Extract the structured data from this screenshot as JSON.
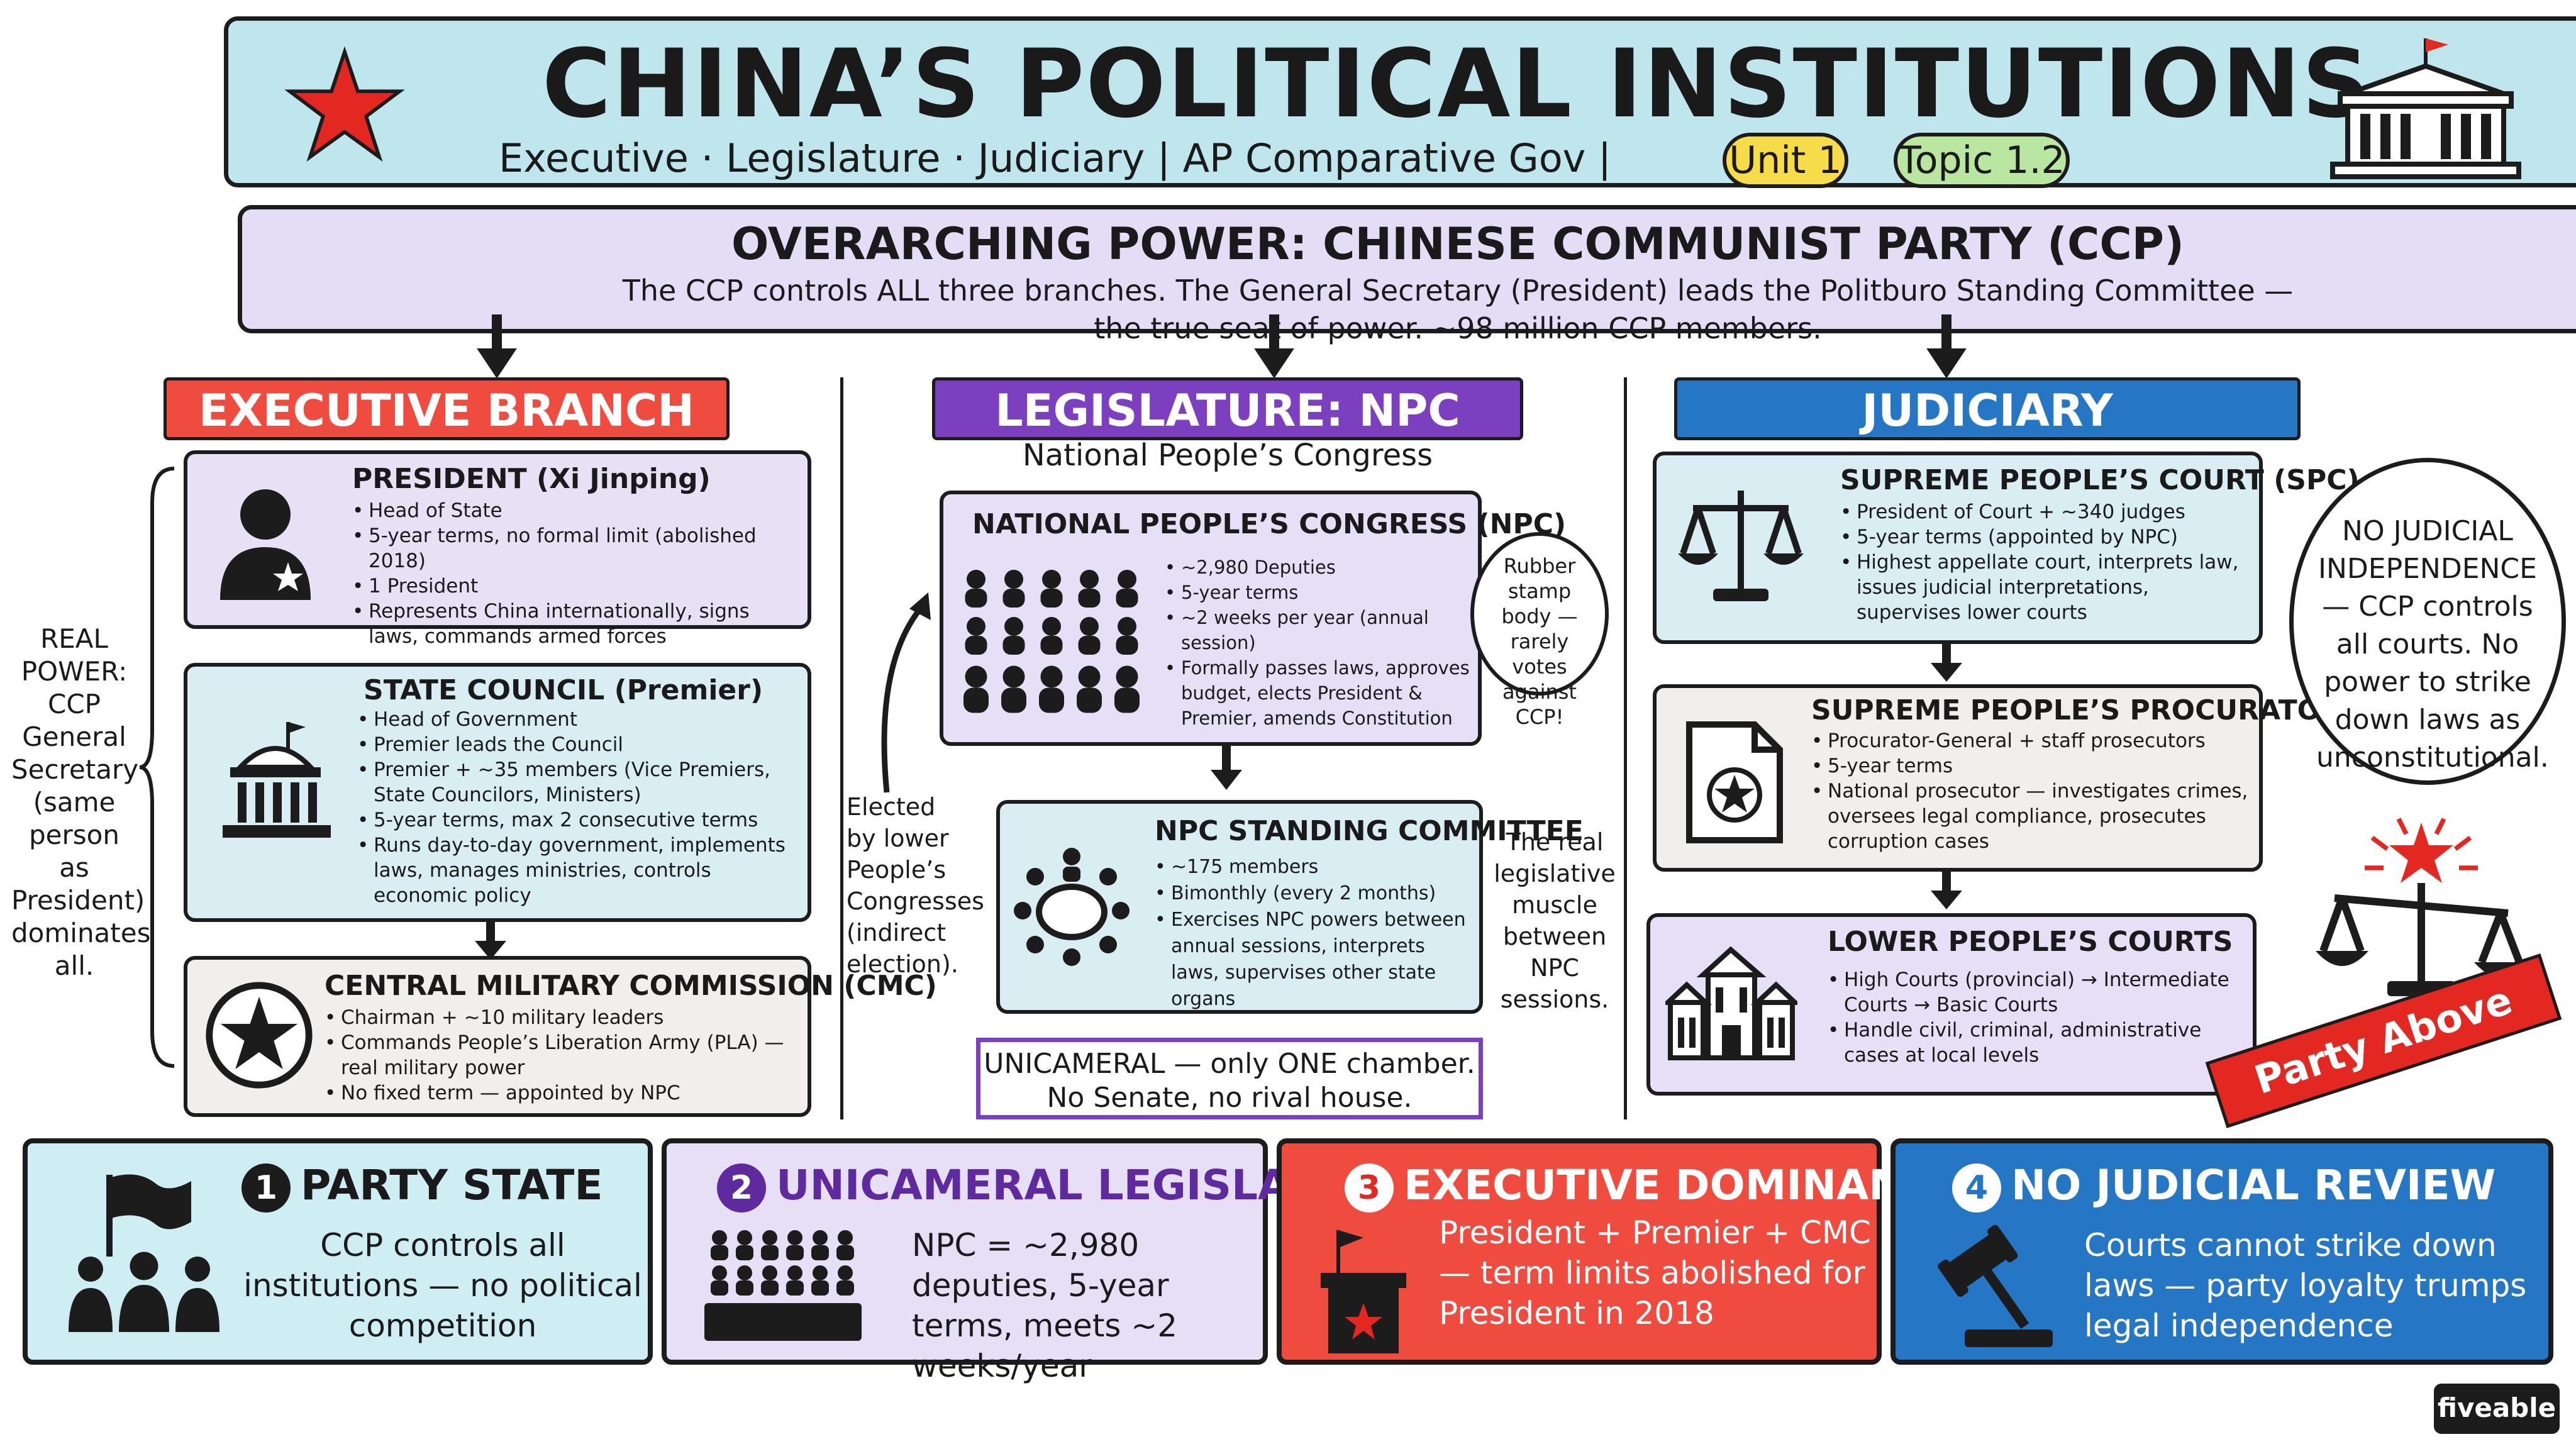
{
  "header": {
    "title": "CHINA’S POLITICAL INSTITUTIONS",
    "subtitle": "Executive · Legislature · Judiciary   |   AP Comparative Gov   |",
    "pill_unit": "Unit 1",
    "pill_topic": "Topic 1.2"
  },
  "ccp": {
    "heading": "OVERARCHING POWER: CHINESE COMMUNIST PARTY (CCP)",
    "line1": "The CCP controls ALL three branches. The General Secretary (President) leads the Politburo Standing Committee —",
    "line2": "the true seat of power. ~98 million CCP members."
  },
  "executive": {
    "header": "EXECUTIVE BRANCH",
    "president": {
      "title": "PRESIDENT (Xi Jinping)",
      "items": [
        "Head of State",
        "5-year terms, no formal limit (abolished 2018)",
        "1 President",
        "Represents China internationally, signs laws, commands armed forces"
      ]
    },
    "state_council": {
      "title": "STATE COUNCIL (Premier)",
      "items": [
        "Head of Government",
        "Premier leads the Council",
        "Premier + ~35 members (Vice Premiers, State Councilors, Ministers)",
        "5-year terms, max 2 consecutive terms",
        "Runs day-to-day government, implements laws, manages ministries, controls economic policy"
      ]
    },
    "cmc": {
      "title": "CENTRAL MILITARY COMMISSION (CMC)",
      "items": [
        "Chairman + ~10 military leaders",
        "Commands People’s Liberation Army (PLA) — real military power",
        "No fixed term — appointed by NPC"
      ]
    },
    "side_note": "REAL POWER: CCP General Secretary (same person as President) dominates all."
  },
  "legislature": {
    "header": "LEGISLATURE: NPC",
    "subheader": "National People’s Congress",
    "npc": {
      "title": "NATIONAL PEOPLE’S CONGRESS (NPC)",
      "items": [
        "~2,980 Deputies",
        "5-year terms",
        "~2 weeks per year (annual session)",
        "Formally passes laws, approves budget, elects President & Premier, amends Constitution"
      ]
    },
    "bubble": "Rubber stamp body — rarely votes against CCP!",
    "standing": {
      "title": "NPC STANDING COMMITTEE",
      "items": [
        "~175 members",
        "Bimonthly (every 2 months)",
        "Exercises NPC powers between annual sessions, interprets laws, supervises other state organs"
      ]
    },
    "elected_note": "Elected by lower People’s Congresses (indirect election).",
    "muscle_note": "The real legislative muscle between NPC sessions.",
    "unicameral_line1": "UNICAMERAL — only ONE chamber.",
    "unicameral_line2": "No Senate, no rival house."
  },
  "judiciary": {
    "header": "JUDICIARY",
    "spc": {
      "title": "SUPREME PEOPLE’S COURT (SPC)",
      "items": [
        "President of Court + ~340 judges",
        "5-year terms (appointed by NPC)",
        "Highest appellate court, interprets law, issues judicial interpretations, supervises lower courts"
      ]
    },
    "procuratorate": {
      "title": "SUPREME PEOPLE’S PROCURATORATE",
      "items": [
        "Procurator-General + staff prosecutors",
        "5-year terms",
        "National prosecutor — investigates crimes, oversees legal compliance, prosecutes corruption cases"
      ]
    },
    "lower": {
      "title": "LOWER PEOPLE’S COURTS",
      "items": [
        "High Courts (provincial) → Intermediate Courts → Basic Courts",
        "Handle civil, criminal, administrative cases at local levels"
      ]
    },
    "bubble": "NO JUDICIAL INDEPENDENCE — CCP controls all courts. No power to strike down laws as unconstitutional.",
    "banner": "Party Above Law"
  },
  "bottom": [
    {
      "num": "1",
      "title": "PARTY STATE",
      "text": "CCP controls all institutions — no political competition"
    },
    {
      "num": "2",
      "title": "UNICAMERAL LEGISLATURE",
      "text": "NPC = ~2,980 deputies, 5-year terms, meets ~2 weeks/year"
    },
    {
      "num": "3",
      "title": "EXECUTIVE DOMINANCE",
      "text": "President + Premier + CMC — term limits abolished for President in 2018"
    },
    {
      "num": "4",
      "title": "NO JUDICIAL REVIEW",
      "text": "Courts cannot strike down laws — party loyalty trumps legal independence"
    }
  ],
  "brand": "fiveable",
  "colors": {
    "header_bg": "#bfe6ec",
    "ccp_bg": "#e5ddf5",
    "executive": "#ef4b3e",
    "legislature": "#7b3fbf",
    "judiciary": "#2577c5",
    "card_red": "#f5e5ea",
    "card_blue": "#d8eef3",
    "card_purple": "#e6dff5",
    "star_red": "#e32822"
  },
  "icons": [
    "star-icon",
    "capitol-building-icon",
    "person-icon",
    "government-building-icon",
    "military-star-icon",
    "crowd-icon",
    "meeting-table-icon",
    "scales-icon",
    "document-seal-icon",
    "courthouse-icon",
    "flag-icon",
    "gavel-icon",
    "podium-icon"
  ]
}
